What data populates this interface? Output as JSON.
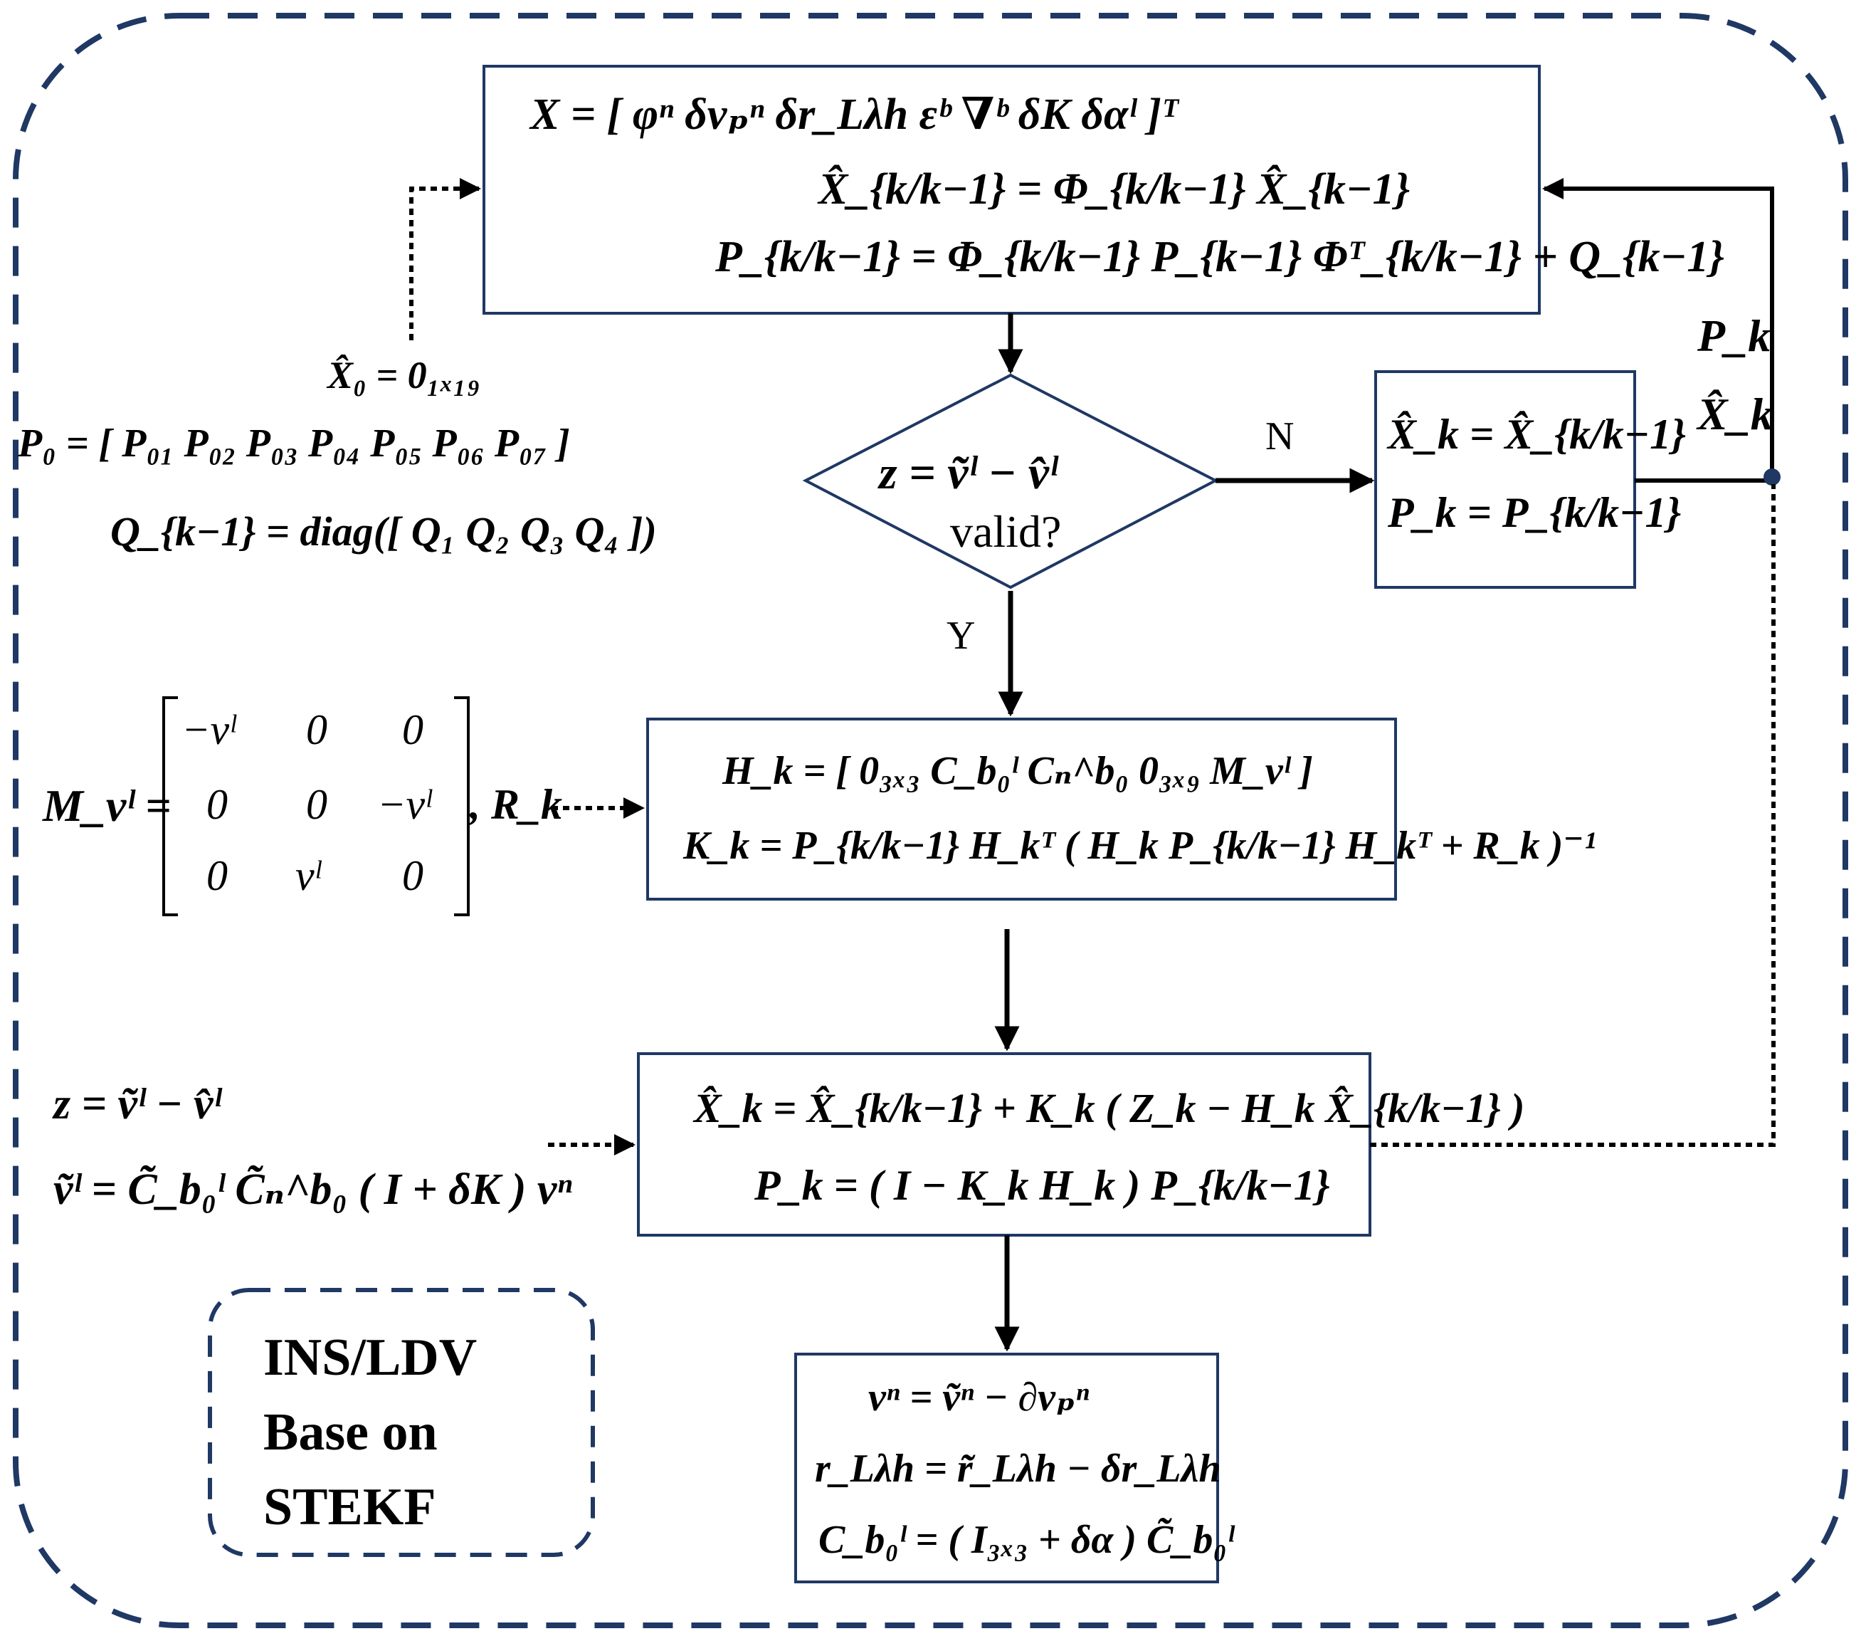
{
  "colors": {
    "frame": "#1f3864",
    "box": "#1f3864",
    "arrow": "#000000"
  },
  "predict_box": {
    "line1": "X = [ φⁿ   δvₚⁿ   δr_Lλh   εᵇ   ∇ᵇ   δK   δαˡ ]ᵀ",
    "line2": "X̂_{k/k−1} = Φ_{k/k−1} X̂_{k−1}",
    "line3": "P_{k/k−1} = Φ_{k/k−1} P_{k−1} Φᵀ_{k/k−1} + Q_{k−1}"
  },
  "init": {
    "x0": "X̂₀ =  0₁ₓ₁₉",
    "p0": "P₀ = [ P₀₁   P₀₂   P₀₃   P₀₄   P₀₅   P₀₆   P₀₇ ]",
    "q": "Q_{k−1} = diag([ Q₁   Q₂   Q₃   Q₄ ])"
  },
  "decision": {
    "line1": "z = ṽˡ − v̂ˡ",
    "line2": "valid?",
    "no_label": "N",
    "yes_label": "Y"
  },
  "no_update_box": {
    "line1": "X̂_k = X̂_{k/k−1}",
    "line2": "P_k = P_{k/k−1}"
  },
  "feedback_label": {
    "line1": "P_k",
    "line2": "X̂_k"
  },
  "matrix": {
    "lhs": "M_vˡ =",
    "rows": [
      [
        "−vˡ",
        "0",
        "0"
      ],
      [
        "0",
        "0",
        "−vˡ"
      ],
      [
        "0",
        "vˡ",
        "0"
      ]
    ],
    "tail": ", R_k"
  },
  "gain_box": {
    "line1": "H_k = [ 0₃ₓ₃   C_b₀ˡ Cₙ^b₀   0₃ₓ₉   M_vˡ ]",
    "line2": "K_k = P_{k/k−1} H_kᵀ ( H_k P_{k/k−1} H_kᵀ + R_k )⁻¹"
  },
  "meas": {
    "line1": "z  = ṽˡ − v̂ˡ",
    "line2": "ṽˡ = C̃_b₀ˡ C̃ₙ^b₀ ( I + δK ) vⁿ"
  },
  "update_box": {
    "line1": "X̂_k = X̂_{k/k−1} + K_k ( Z_k − H_k X̂_{k/k−1} )",
    "line2": "P_k = ( I − K_k H_k ) P_{k/k−1}"
  },
  "correct_box": {
    "line1": "vⁿ = ṽⁿ − ∂vₚⁿ",
    "line2": "r_Lλh = r̃_Lλh − δr_Lλh",
    "line3": "C_b₀ˡ = ( I₃ₓ₃ + δα ) C̃_b₀ˡ"
  },
  "title_box": {
    "line1": "INS/LDV",
    "line2": "Base on",
    "line3": "STEKF"
  }
}
